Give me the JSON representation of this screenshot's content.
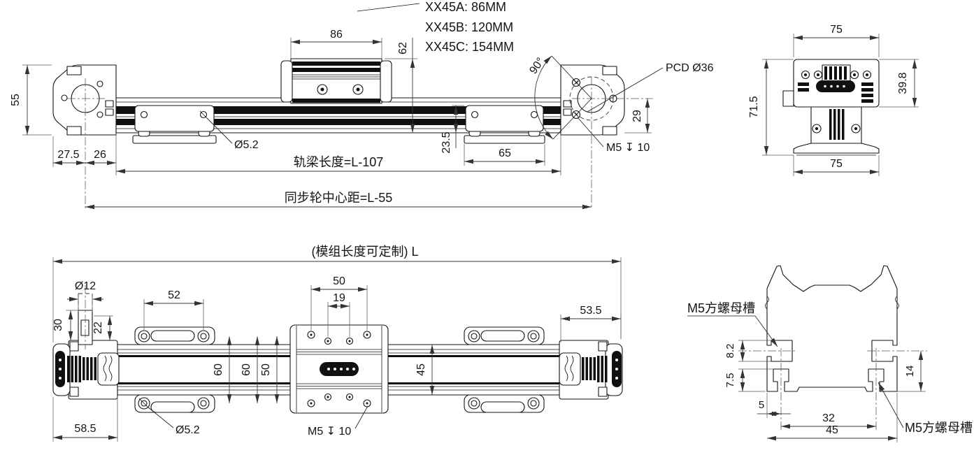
{
  "meta": {
    "variants": [
      "XX45A: 86MM",
      "XX45B: 120MM",
      "XX45C: 154MM"
    ]
  },
  "front_view": {
    "dim_86": "86",
    "dim_62": "62",
    "dim_55": "55",
    "dim_27_5": "27.5",
    "dim_26": "26",
    "hole_dia": "Ø5.2",
    "dim_65": "65",
    "dim_23_5": "23.5",
    "dim_29": "29",
    "angle": "90°",
    "pcd": "PCD Ø36",
    "thread_depth": "M5 ↧ 10",
    "rail_length": "轨梁长度=L-107",
    "pulley_center_distance": "同步轮中心距=L-55"
  },
  "end_view": {
    "dim_top_width": "75",
    "dim_height": "71.5",
    "dim_carriage_height": "39.8",
    "dim_base_width": "75"
  },
  "plan_view": {
    "length_note": "(模组长度可定制) L",
    "shaft_dia": "Ø12",
    "dim_30": "30",
    "dim_22": "22",
    "dim_52": "52",
    "dim_50_top": "50",
    "dim_19": "19",
    "pitch_60a": "60",
    "pitch_60b": "60",
    "pitch_50": "50",
    "dim_45": "45",
    "dim_53_5": "53.5",
    "dim_58_5": "58.5",
    "hole_dia": "Ø5.2",
    "thread_depth": "M5 ↧ 10"
  },
  "section_view": {
    "nut_slot_label_top": "M5方螺母槽",
    "nut_slot_label_bottom": "M5方螺母槽",
    "dim_8_2": "8.2",
    "dim_7_5": "7.5",
    "dim_5": "5",
    "dim_32": "32",
    "dim_45": "45",
    "dim_14": "14"
  }
}
